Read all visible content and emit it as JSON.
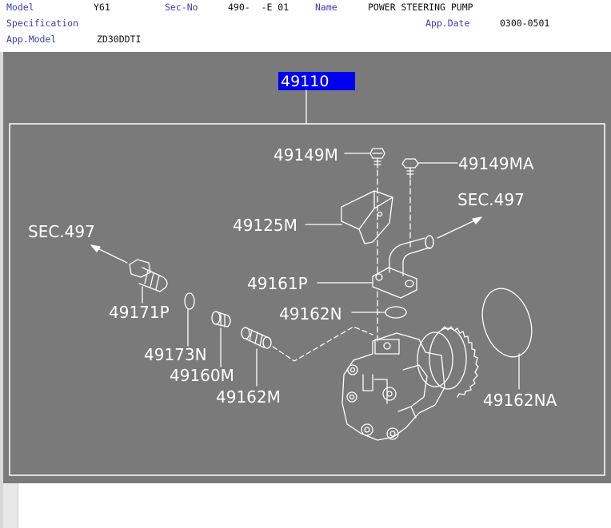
{
  "header": {
    "model_label": "Model",
    "model_value": "Y61",
    "secno_label": "Sec-No",
    "secno_value": "490-  -E 01",
    "name_label": "Name",
    "name_value": "POWER STEERING PUMP",
    "spec_label": "Specification",
    "appdate_label": "App.Date",
    "appdate_value": "0300-0501",
    "appmodel_label": "App.Model",
    "appmodel_value": "ZD30DDTI"
  },
  "diagram": {
    "assembly_part": "49110",
    "parts": {
      "p49149M": "49149M",
      "p49149MA": "49149MA",
      "p49125M": "49125M",
      "p49161P": "49161P",
      "p49162N": "49162N",
      "p49171P": "49171P",
      "p49173N": "49173N",
      "p49160M": "49160M",
      "p49162M": "49162M",
      "p49162NA": "49162NA"
    },
    "refs": {
      "sec_right": "SEC.497",
      "sec_left": "SEC.497"
    }
  },
  "colors": {
    "canvas_bg": "#7a7a7a",
    "line": "#ffffff",
    "highlight": "#0000ee",
    "label_blue": "#3a3ab0"
  }
}
